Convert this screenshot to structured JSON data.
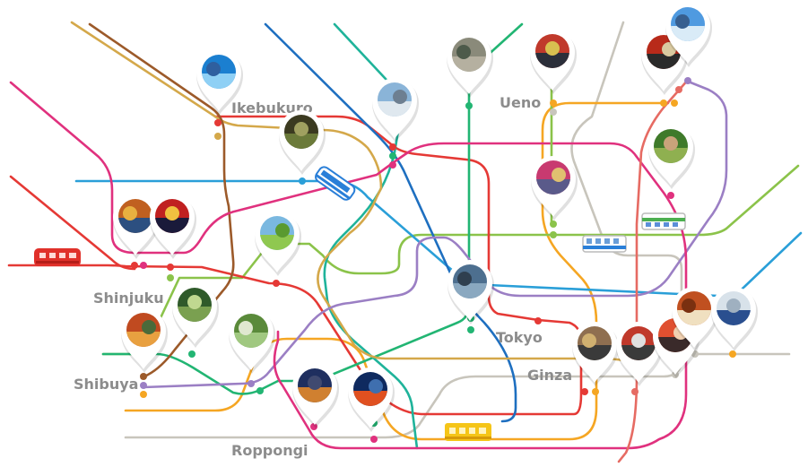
{
  "areas": [
    {
      "id": "ikebukuro",
      "label": "Ikebukuro"
    },
    {
      "id": "ueno",
      "label": "Ueno"
    },
    {
      "id": "shinjuku",
      "label": "Shinjuku"
    },
    {
      "id": "tokyo",
      "label": "Tokyo"
    },
    {
      "id": "ginza",
      "label": "Ginza"
    },
    {
      "id": "shibuya",
      "label": "Shibuya"
    },
    {
      "id": "roppongi",
      "label": "Roppongi"
    }
  ],
  "colors": {
    "yamanote": "#8bc34a",
    "marunouchi": "#e53935",
    "ginza_line": "#f5a623",
    "hibiya": "#b8b8b0",
    "tozai": "#2a9fd8",
    "chiyoda": "#22b573",
    "yurakucho": "#d4a84a",
    "hanzomon": "#9b7fc4",
    "namboku": "#1fa98a",
    "fukutoshin": "#9c5a2a",
    "oedo": "#e0317e",
    "asakusa": "#e56a6a",
    "mita": "#1565c0"
  },
  "pins": [
    {
      "id": "aquarium",
      "icon": "aquarium-photo"
    },
    {
      "id": "ikebukuro-park",
      "icon": "garden-photo"
    },
    {
      "id": "building-skyline",
      "icon": "building-photo"
    },
    {
      "id": "station-street",
      "icon": "street-photo"
    },
    {
      "id": "ueno-crossing",
      "icon": "crossing-photo"
    },
    {
      "id": "kaminarimon",
      "icon": "temple-gate-photo"
    },
    {
      "id": "skytree",
      "icon": "tower-photo"
    },
    {
      "id": "bonsai",
      "icon": "bonsai-photo"
    },
    {
      "id": "akihabara",
      "icon": "akihabara-photo"
    },
    {
      "id": "shinjuku-temple",
      "icon": "temple-photo"
    },
    {
      "id": "shinjuku-lights",
      "icon": "lights-photo"
    },
    {
      "id": "open-lawn",
      "icon": "lawn-photo"
    },
    {
      "id": "marunouchi-bridge",
      "icon": "bridge-photo"
    },
    {
      "id": "gyoen",
      "icon": "forest-photo"
    },
    {
      "id": "autumn-garden",
      "icon": "autumn-photo"
    },
    {
      "id": "arch-walk",
      "icon": "arch-photo"
    },
    {
      "id": "night-city",
      "icon": "night-city-photo"
    },
    {
      "id": "tokyo-tower",
      "icon": "tower-night-photo"
    },
    {
      "id": "ginza-crossing",
      "icon": "ginza-photo"
    },
    {
      "id": "kabuki-gate",
      "icon": "gate-photo"
    },
    {
      "id": "sushi",
      "icon": "sushi-photo"
    },
    {
      "id": "rice-dish",
      "icon": "dish-photo"
    },
    {
      "id": "shinkansen",
      "icon": "bullet-train-photo"
    }
  ],
  "trains": [
    {
      "id": "red-bus",
      "icon": "red-train-icon"
    },
    {
      "id": "blue-train",
      "icon": "blue-train-icon"
    },
    {
      "id": "green-train",
      "icon": "green-train-icon"
    },
    {
      "id": "blue-stripe-train",
      "icon": "blue-stripe-train-icon"
    },
    {
      "id": "yellow-train",
      "icon": "yellow-train-icon"
    }
  ]
}
